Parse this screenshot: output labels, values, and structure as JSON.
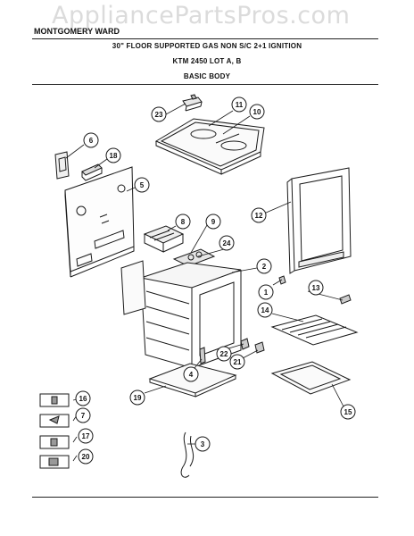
{
  "watermark": "AppliancePartsPros.com",
  "header": {
    "brand": "MONTGOMERY WARD",
    "line1": "30\" FLOOR SUPPORTED GAS NON S/C 2+1 IGNITION",
    "line2": "KTM 2450 LOT A, B",
    "line3": "BASIC BODY"
  },
  "callouts": [
    "23",
    "11",
    "10",
    "6",
    "18",
    "5",
    "12",
    "8",
    "9",
    "24",
    "2",
    "1",
    "13",
    "14",
    "4",
    "22",
    "21",
    "19",
    "15",
    "16",
    "7",
    "17",
    "20",
    "3"
  ],
  "colors": {
    "ink": "#1a1a1a",
    "paper": "#ffffff",
    "watermark": "#bdbdbd"
  }
}
